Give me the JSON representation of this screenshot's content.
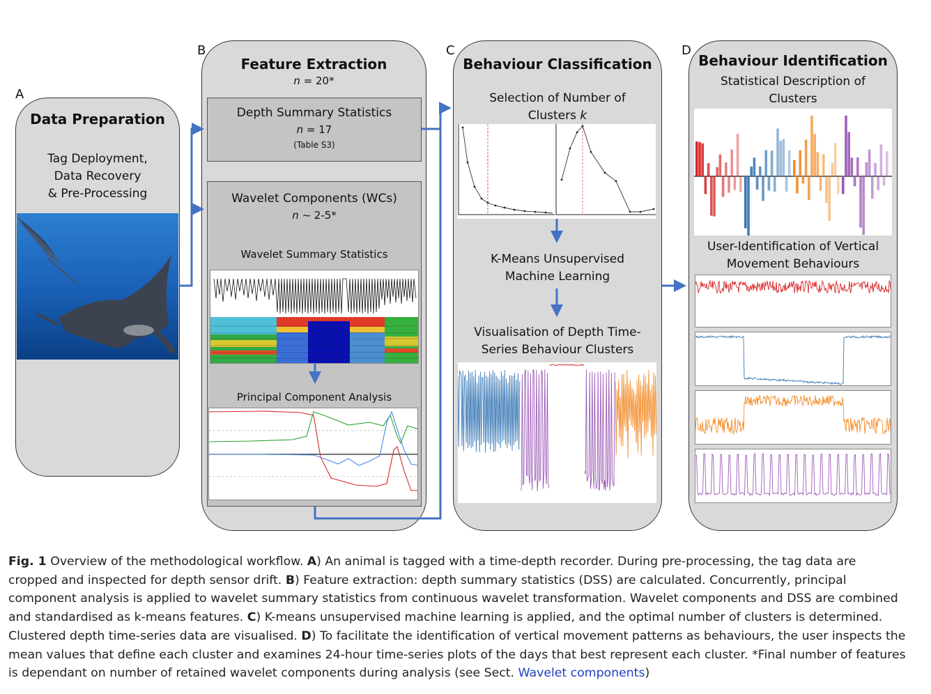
{
  "panels": {
    "a": {
      "letter": "A",
      "title": "Data Preparation",
      "text_lines": [
        "Tag Deployment,",
        "Data Recovery",
        "& Pre-Processing"
      ]
    },
    "b": {
      "letter": "B",
      "title": "Feature Extraction",
      "n_label": "n",
      "n_value": " = 20*",
      "dss": {
        "title": "Depth Summary Statistics",
        "n_label": "n",
        "n_value": " = 17",
        "note": "(Table S3)"
      },
      "wc": {
        "title": "Wavelet Components (WCs)",
        "n_label": "n",
        "n_value": " ~ 2-5*",
        "wss_title": "Wavelet Summary Statistics",
        "pca_title": "Principal Component Analysis"
      }
    },
    "c": {
      "letter": "C",
      "title": "Behaviour Classification",
      "step1_lines": [
        "Selection of Number of",
        "Clusters "
      ],
      "step1_k": "k",
      "step2_lines": [
        "K-Means Unsupervised",
        "Machine Learning"
      ],
      "step3_lines": [
        "Visualisation of Depth Time-",
        "Series Behaviour Clusters"
      ]
    },
    "d": {
      "letter": "D",
      "title": "Behaviour Identification",
      "step1_lines": [
        "Statistical Description of",
        "Clusters"
      ],
      "step2_lines": [
        "User-Identification of Vertical",
        "Movement Behaviours"
      ]
    }
  },
  "colors": {
    "arrow": "#4472c4",
    "red": "#d62728",
    "blue": "#3a78b5",
    "orange": "#f28c28",
    "purple": "#9b59b6",
    "green": "#2ca02c"
  },
  "caption": {
    "fig": "Fig. 1",
    "intro": "  Overview of the methodological workflow. ",
    "a": "A",
    "a_text": ") An animal is tagged with a time-depth recorder. During pre-processing, the tag data are cropped and inspected for depth sensor drift. ",
    "b": "B",
    "b_text": ") Feature extraction: depth summary statistics (DSS) are calculated. Concurrently, principal component analysis is applied to wavelet summary statistics from continuous wavelet transformation. Wavelet components and DSS are combined and standardised as k-means features. ",
    "c": "C",
    "c_text": ") K-means unsupervised machine learning is applied, and the optimal number of clusters is determined. Clustered depth time-series data are visualised. ",
    "d": "D",
    "d_text": ") To facilitate the identification of vertical movement patterns as behaviours, the user inspects the mean values that define each cluster and examines 24-hour time-series plots of the days that best represent each cluster. *Final number of features is dependant on number of retained wavelet components during analysis (see Sect. ",
    "link": "Wavelet components",
    "end": ")"
  }
}
